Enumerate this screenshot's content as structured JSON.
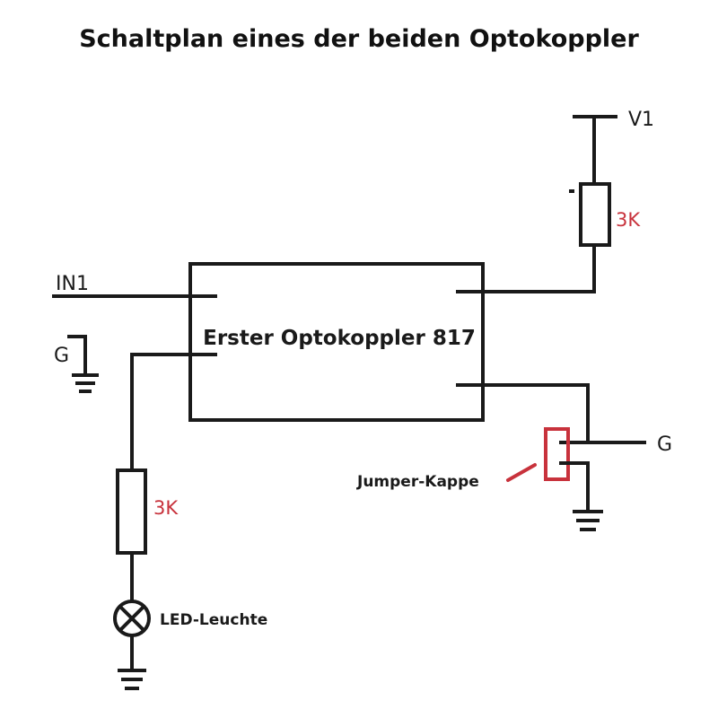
{
  "title": "Schaltplan eines der beiden Optokoppler",
  "labels": {
    "v1": "V1",
    "resistor_top": "3K",
    "in1": "IN1",
    "g_left": "G",
    "optocoupler": "Erster Optokoppler 817",
    "g_right": "G",
    "jumper": "Jumper-Kappe",
    "resistor_bottom": "3K",
    "led": "LED-Leuchte"
  },
  "colors": {
    "wire": "#1a1a1a",
    "resistor_label": "#c8323c",
    "jumper": "#c8323c"
  }
}
